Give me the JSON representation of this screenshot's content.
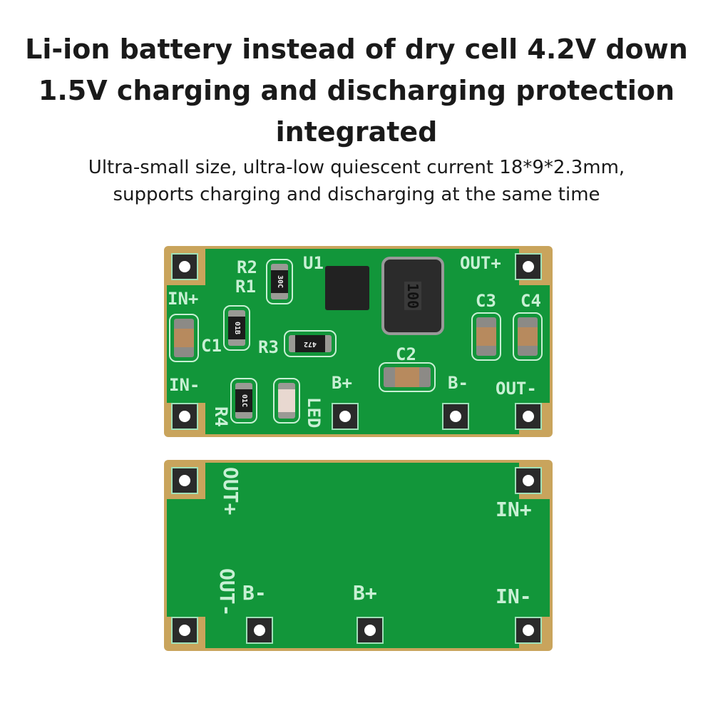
{
  "title_lines": [
    "Li-ion battery instead of dry cell 4.2V down",
    "1.5V charging and discharging protection",
    "integrated"
  ],
  "subtitle_lines": [
    "Ultra-small size, ultra-low quiescent current 18*9*2.3mm,",
    "supports charging and discharging at the same time"
  ],
  "top_board": {
    "labels": {
      "in_plus": "IN+",
      "in_minus": "IN-",
      "out_plus": "OUT+",
      "out_minus": "OUT-",
      "b_plus": "B+",
      "b_minus": "B-",
      "r1": "R1",
      "r2": "R2",
      "r3": "R3",
      "r4": "R4",
      "u1": "U1",
      "c1": "C1",
      "c2": "C2",
      "c3": "C3",
      "c4": "C4",
      "led": "LED"
    },
    "markings": {
      "r2": "30C",
      "r1": "01B",
      "r3": "472",
      "r4": "01C",
      "inductor": "100"
    }
  },
  "bottom_board": {
    "labels": {
      "out_plus": "OUT+",
      "out_minus": "OUT-",
      "in_plus": "IN+",
      "in_minus": "IN-",
      "b_plus": "B+",
      "b_minus": "B-"
    }
  },
  "colors": {
    "pcb_green": "#12963a",
    "silkscreen": "#c8f0d4",
    "substrate": "#c9a45c"
  }
}
